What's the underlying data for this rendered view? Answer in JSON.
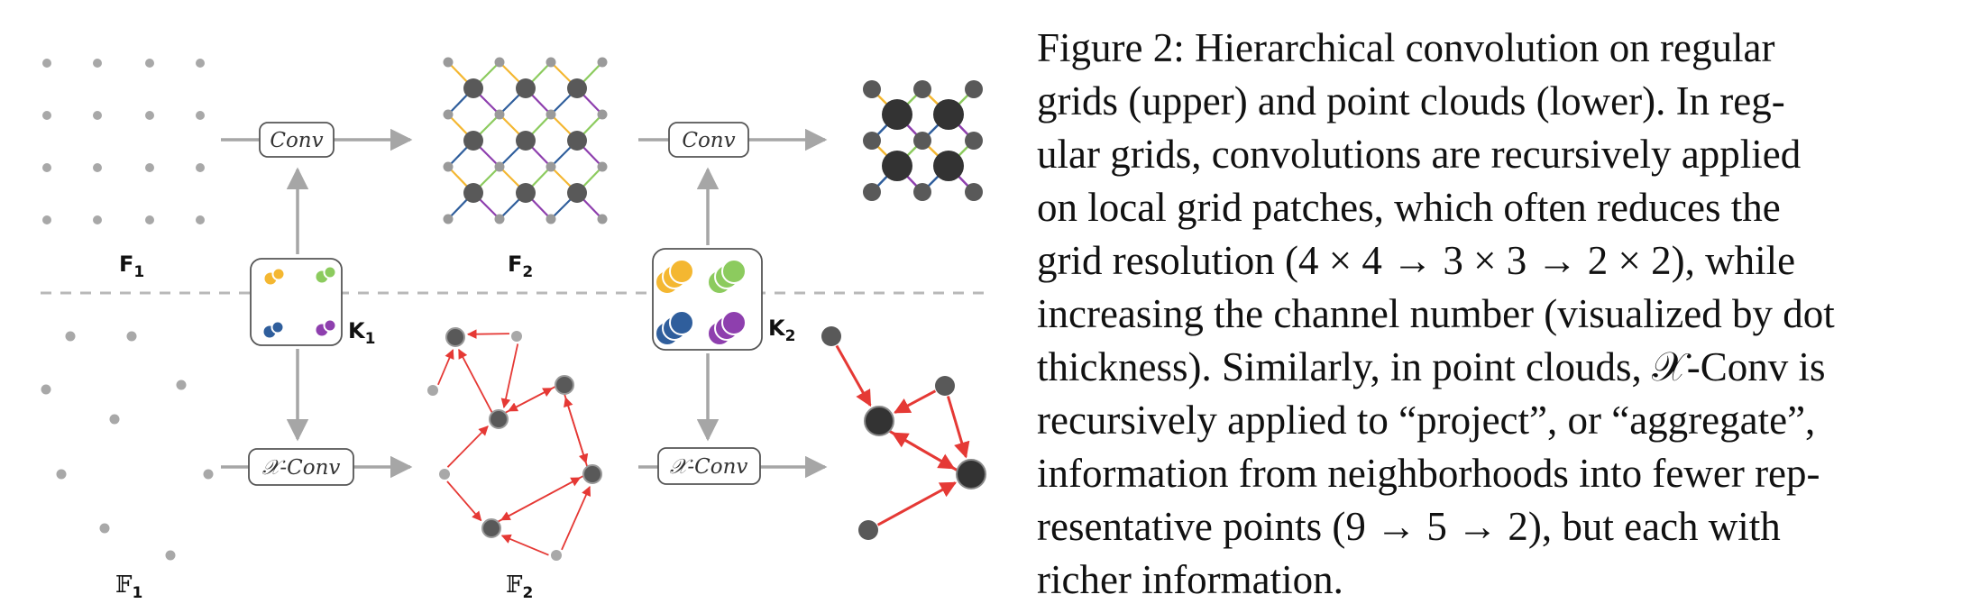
{
  "figure": {
    "labels": {
      "F1_main": "F",
      "F1_sub": "1",
      "F2_main": "F",
      "F2_sub": "2",
      "K1_main": "K",
      "K1_sub": "1",
      "K2_main": "K",
      "K2_sub": "2",
      "FF1_main": "𝔽",
      "FF1_sub": "1",
      "FF2_main": "𝔽",
      "FF2_sub": "2"
    },
    "ops": {
      "conv_1": "Conv",
      "conv_2": "Conv",
      "xconv_1": "𝒳-Conv",
      "xconv_2": "𝒳-Conv"
    },
    "colors": {
      "arrow_gray": "#a6a6a6",
      "dot_light": "#9a9a9a",
      "dot_dark": "#595959",
      "dot_black": "#333333",
      "edge_red": "#e53935",
      "kernel_yellow": "#f4b731",
      "kernel_green": "#8ccb5e",
      "kernel_blue": "#2f5e9c",
      "kernel_purple": "#8e3fae"
    }
  },
  "caption": {
    "lines": [
      "Figure 2: Hierarchical convolution on regular",
      "grids (upper) and point clouds (lower). In reg-",
      "ular grids, convolutions are recursively applied",
      "on local grid patches, which often reduces the",
      "grid resolution (4 × 4 → 3 × 3 → 2 × 2), while",
      "increasing the channel number (visualized by dot",
      "thickness). Similarly, in point clouds, 𝒳-Conv is",
      "recursively applied to “project”, or “aggregate”,",
      "information from neighborhoods into fewer rep-",
      "resentative points (9 → 5 → 2), but each with",
      "richer information."
    ]
  }
}
